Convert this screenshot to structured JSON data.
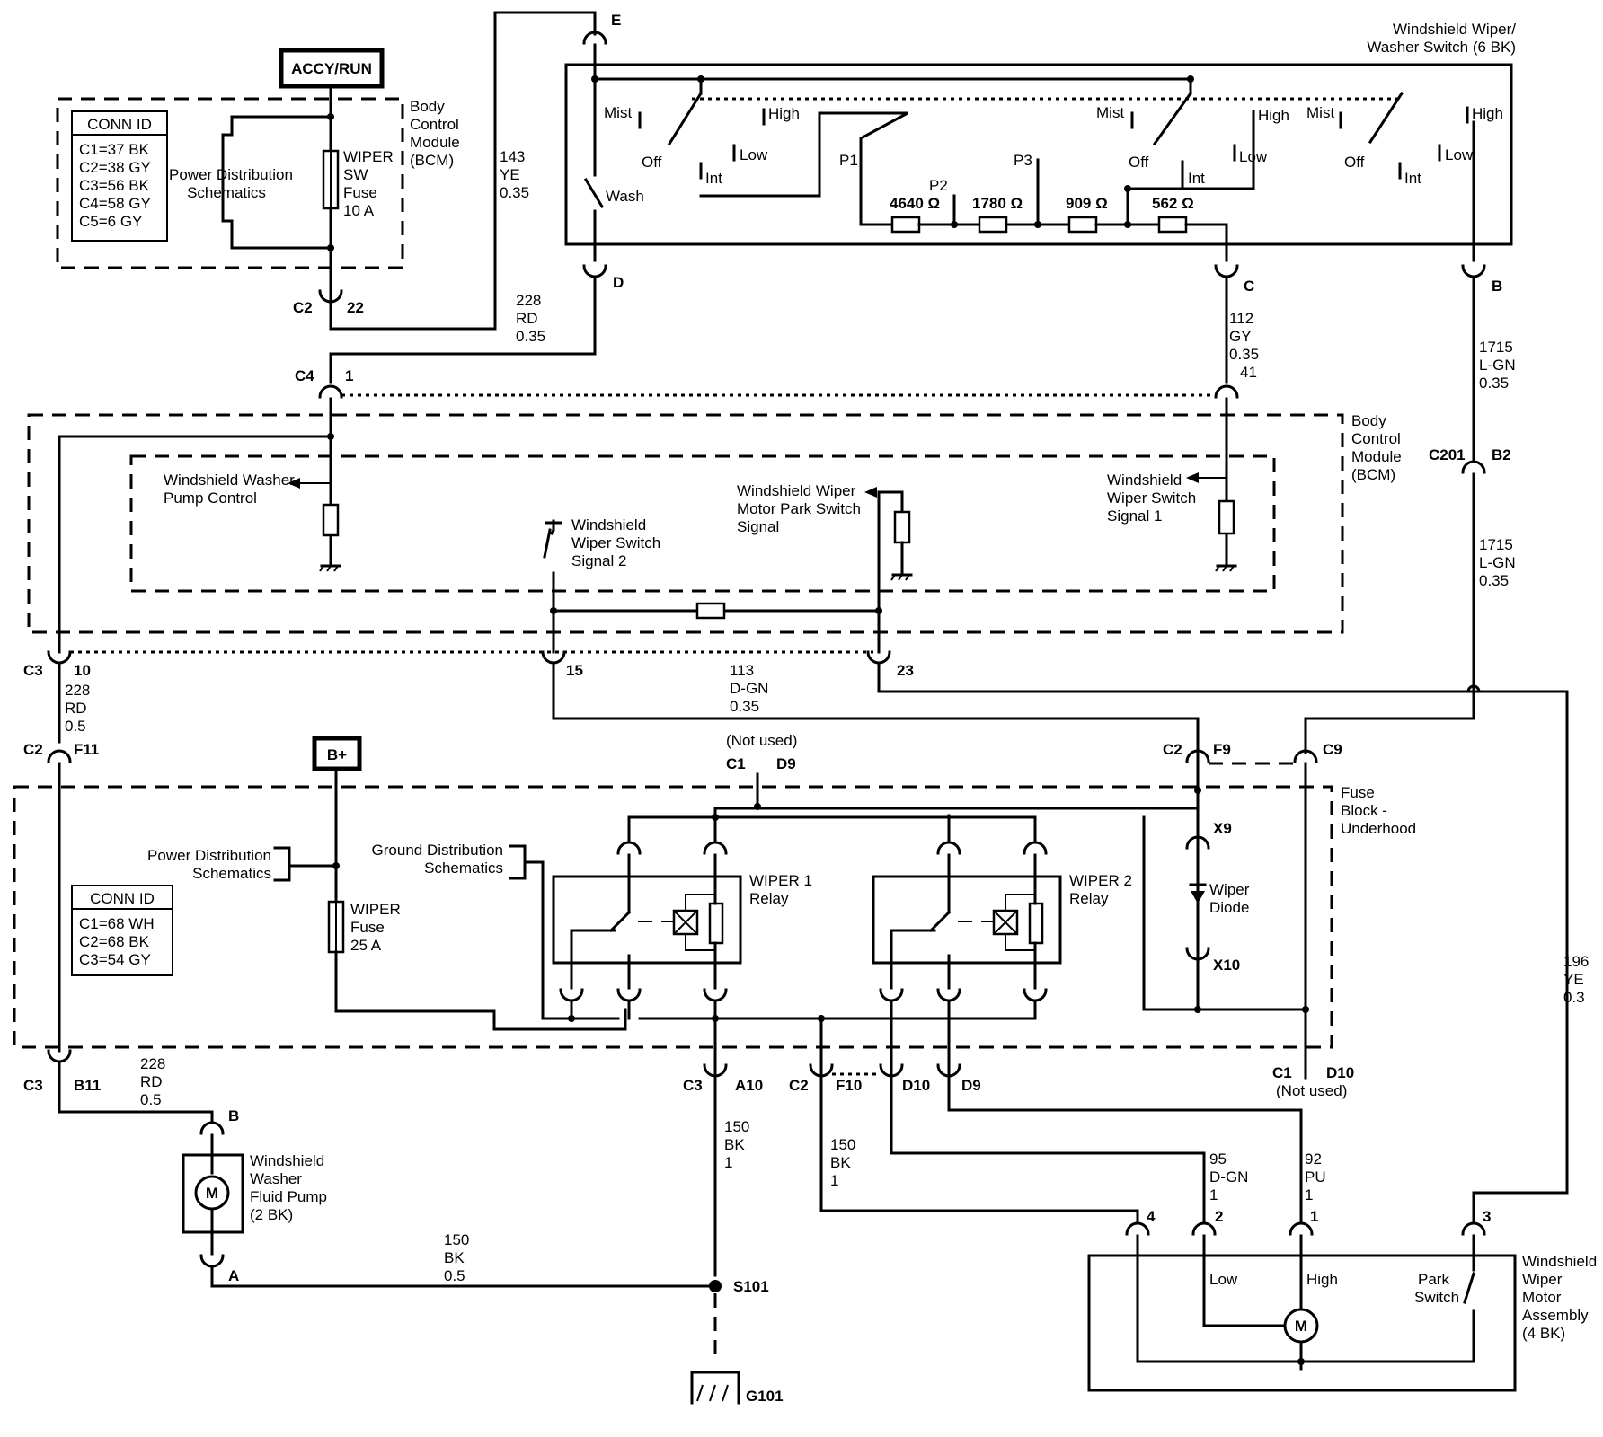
{
  "switch_module": {
    "title_line1": "Windshield Wiper/",
    "title_line2": "Washer Switch (6 BK)",
    "mist1": "Mist",
    "off1": "Off",
    "high1": "High",
    "low1": "Low",
    "int1": "Int",
    "mist2": "Mist",
    "off2": "Off",
    "high2": "High",
    "low2": "Low",
    "int2": "Int",
    "mist3": "Mist",
    "off3": "Off",
    "high3": "High",
    "low3": "Low",
    "int3": "Int",
    "wash": "Wash",
    "p1": "P1",
    "p2": "P2",
    "p3": "P3",
    "r1": "4640 Ω",
    "r2": "1780 Ω",
    "r3": "909 Ω",
    "r4": "562 Ω",
    "pin_e": "E",
    "pin_d": "D",
    "pin_c": "C",
    "pin_b": "B"
  },
  "accy_run": "ACCY/RUN",
  "bcm_top": {
    "title": [
      "Body",
      "Control",
      "Module",
      "(BCM)"
    ],
    "conn_title": "CONN ID",
    "conn_ids": [
      "C1=37 BK",
      "C2=38 GY",
      "C3=56 BK",
      "C4=58 GY",
      "C5=6 GY"
    ],
    "power_dist": [
      "Power Distribution",
      "Schematics"
    ],
    "fuse": [
      "WIPER",
      "SW",
      "Fuse",
      "10 A"
    ],
    "conn": "C2",
    "pin": "22"
  },
  "wires": {
    "w143": [
      "143",
      "YE",
      "0.35"
    ],
    "w228a": [
      "228",
      "RD",
      "0.35"
    ],
    "w112": [
      "112",
      "GY",
      "0.35",
      "41"
    ],
    "w1715a": [
      "1715",
      "L-GN",
      "0.35"
    ],
    "w1715b": [
      "1715",
      "L-GN",
      "0.35"
    ],
    "w228b": [
      "228",
      "RD",
      "0.5"
    ],
    "w113": [
      "113",
      "D-GN",
      "0.35"
    ],
    "w196": [
      "196",
      "YE",
      "0.3"
    ],
    "w228c": [
      "228",
      "RD",
      "0.5"
    ],
    "w150a": [
      "150",
      "BK",
      "1"
    ],
    "w150b": [
      "150",
      "BK",
      "1"
    ],
    "w95": [
      "95",
      "D-GN",
      "1"
    ],
    "w92": [
      "92",
      "PU",
      "1"
    ],
    "w150c": [
      "150",
      "BK",
      "0.5"
    ]
  },
  "bcm_main": {
    "title": [
      "Body",
      "Control",
      "Module",
      "(BCM)"
    ],
    "washer_pump": [
      "Windshield Washer",
      "Pump Control"
    ],
    "park_switch": [
      "Windshield Wiper",
      "Motor Park Switch",
      "Signal"
    ],
    "switch_sig2": [
      "Windshield",
      "Wiper Switch",
      "Signal 2"
    ],
    "switch_sig1": [
      "Windshield",
      "Wiper Switch",
      "Signal 1"
    ],
    "c4": "C4",
    "c4pin": "1",
    "c201": "C201",
    "c201pin": "B2",
    "c3": "C3",
    "c3pin10": "10",
    "pin15": "15",
    "pin23": "23"
  },
  "fuse_block": {
    "title": [
      "Fuse",
      "Block -",
      "Underhood"
    ],
    "b_plus": "B+",
    "power_dist": [
      "Power Distribution",
      "Schematics"
    ],
    "ground_dist": [
      "Ground Distribution",
      "Schematics"
    ],
    "conn_title": "CONN ID",
    "conn_ids": [
      "C1=68 WH",
      "C2=68 BK",
      "C3=54 GY"
    ],
    "fuse": [
      "WIPER",
      "Fuse",
      "25 A"
    ],
    "relay1": [
      "WIPER 1",
      "Relay"
    ],
    "relay2": [
      "WIPER 2",
      "Relay"
    ],
    "diode": [
      "Wiper",
      "Diode"
    ],
    "not_used_top": "(Not used)",
    "not_used_bottom": "(Not used)",
    "c1": "C1",
    "d9": "D9",
    "c2f9": "C2",
    "f9": "F9",
    "c9": "C9",
    "x9": "X9",
    "x10": "X10",
    "c2f11": "C2",
    "f11": "F11",
    "c3b11": "C3",
    "b11": "B11",
    "c3a10": "C3",
    "a10": "A10",
    "c2f10": "C2",
    "f10": "F10",
    "d10": "D10",
    "d9b": "D9",
    "c1d10": "C1",
    "d10b": "D10"
  },
  "pump": {
    "label": [
      "Windshield",
      "Washer",
      "Fluid Pump",
      "(2 BK)"
    ],
    "pin_b": "B",
    "pin_a": "A",
    "motor": "M"
  },
  "splice": "S101",
  "ground": "G101",
  "motor_assy": {
    "label": [
      "Windshield",
      "Wiper",
      "Motor",
      "Assembly",
      "(4 BK)"
    ],
    "low": "Low",
    "high": "High",
    "park": [
      "Park",
      "Switch"
    ],
    "motor": "M",
    "pin4": "4",
    "pin2": "2",
    "pin1": "1",
    "pin3": "3"
  }
}
